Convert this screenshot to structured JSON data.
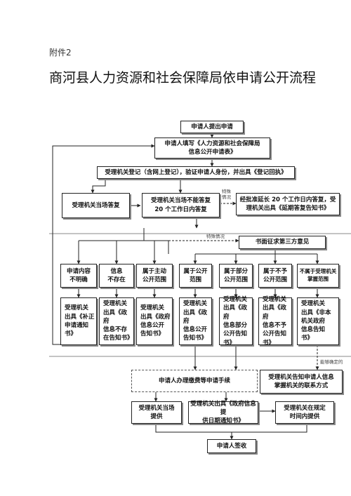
{
  "header": {
    "attachment": "附件2",
    "title": "商河县人力资源和社会保障局依申请公开流程"
  },
  "flow": {
    "submit": "申请人提出申请",
    "fill_form": "申请人填写《人力资源和社会保障局\n信息公开申请表》",
    "register": "受理机关登记（含网上登记），验证申请人身份，并出具《登记回执》",
    "answer_now": "受理机关当场答复",
    "answer_20days": "受理机关当场不能答复\n20 个工作日内答复",
    "note_special_1": "特殊\n情况",
    "extend": "经批准延长 20 个工作日内答复，受\n理机关出具《延期答复告知书》",
    "note_special_2": "特殊情况",
    "third_party": "书面征求第三方意见",
    "categories": [
      "申请内容\n不明确",
      "信息\n不存在",
      "属于主动\n公开范围",
      "属于公开\n范围",
      "属于部分\n公开范围",
      "属于不予\n公开范围",
      "不属于受理机关\n掌握范围"
    ],
    "notices": [
      "受理机关\n出具《补正\n申请通知\n书》",
      "受理机关\n出具《政府\n信息不存\n在告知书》",
      "受理机关\n出具《政府\n信息公开\n告知书》",
      "受理机关\n出具《政府\n信息公开\n告知书》",
      "受理机关\n出具《政府\n信息部分\n公开告知\n书》",
      "受理机关\n出具《政府\n信息不予\n公开告知\n书》",
      "受理机关\n出具《非本\n机关政府\n信息告知\n书》"
    ],
    "note_determinable": "能够确定的",
    "fee_procedure": "申请人办理缴费等申请手续",
    "inform_contact": "受理机关告知申请人信息\n掌握机关的联系方式",
    "provide_now": "受理机关当场\n提供",
    "date_notice": "受理机关出具《政府信息提\n供日期通知书》",
    "provide_later": "受理机关在规定\n时间内提供",
    "sign": "申请人签收"
  }
}
